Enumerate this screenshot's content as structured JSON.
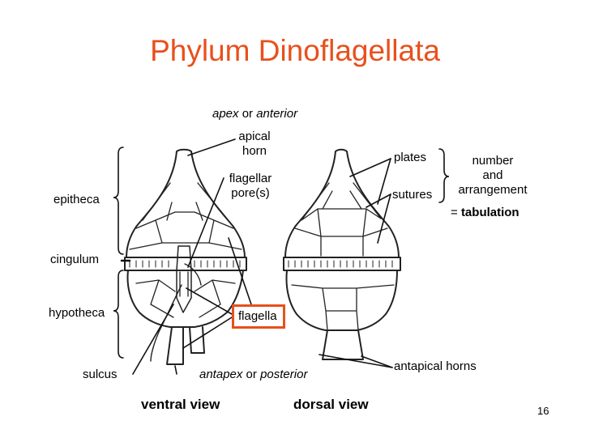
{
  "title": "Phylum Dinoflagellata",
  "labels": {
    "apex": "apex",
    "or1": " or ",
    "anterior": "anterior",
    "apical_horn_line1": "apical",
    "apical_horn_line2": "horn",
    "flagellar_line1": "flagellar",
    "flagellar_line2": "pore(s)",
    "epitheca": "epitheca",
    "cingulum": "cingulum",
    "hypotheca": "hypotheca",
    "sulcus": "sulcus",
    "antapex": "antapex",
    "or2": " or ",
    "posterior": "posterior",
    "flagella": "flagella",
    "plates": "plates",
    "sutures": "sutures",
    "number": "number",
    "and": "and",
    "arrangement": "arrangement",
    "equals": "= ",
    "tabulation": "tabulation",
    "antapical_horns": "antapical horns"
  },
  "views": {
    "ventral": "ventral view",
    "dorsal": "dorsal view"
  },
  "page_number": "16",
  "colors": {
    "accent": "#e8501c",
    "ink": "#000000"
  }
}
